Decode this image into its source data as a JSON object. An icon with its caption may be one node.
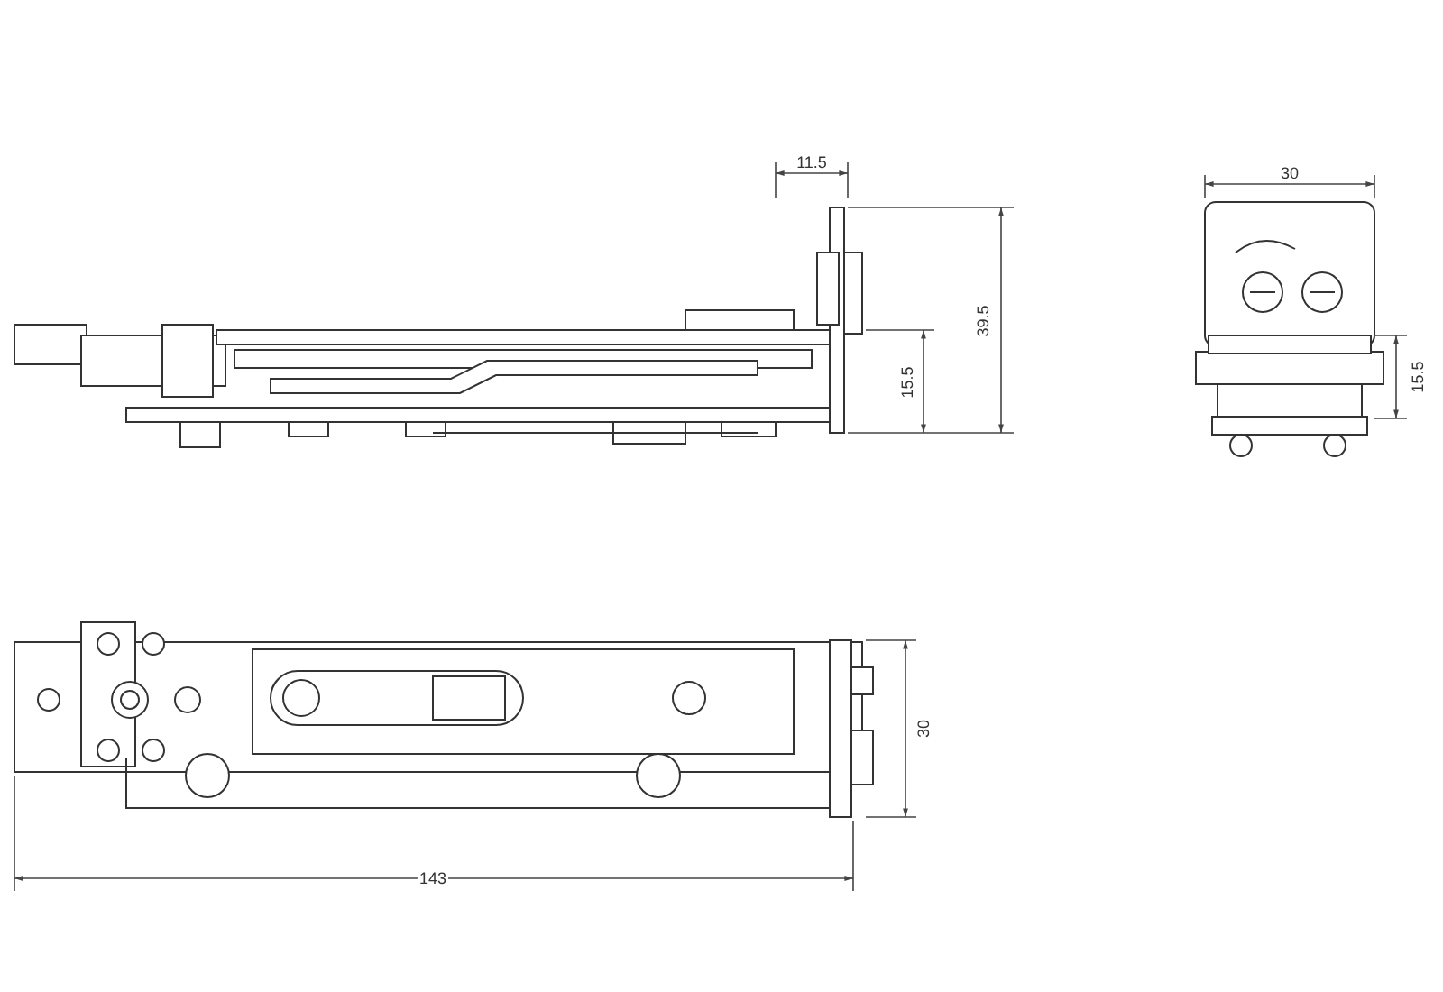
{
  "diagram": {
    "labels": [
      "11.5",
      "39.5",
      "15.5",
      "30",
      "15.5",
      "30",
      "143"
    ]
  }
}
